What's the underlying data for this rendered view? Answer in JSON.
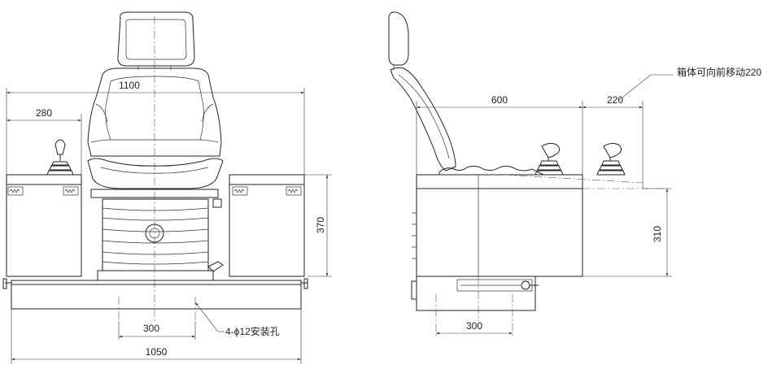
{
  "front_view": {
    "dim_total_width": "1100",
    "dim_console_width": "280",
    "dim_console_height": "370",
    "dim_hole_spacing": "300",
    "dim_base_width": "1050",
    "hole_note": "4-ϕ12安装孔"
  },
  "side_view": {
    "dim_depth": "600",
    "dim_move": "220",
    "move_note": "箱体可向前移动220",
    "dim_box_height": "310",
    "dim_hole_spacing": "300"
  }
}
